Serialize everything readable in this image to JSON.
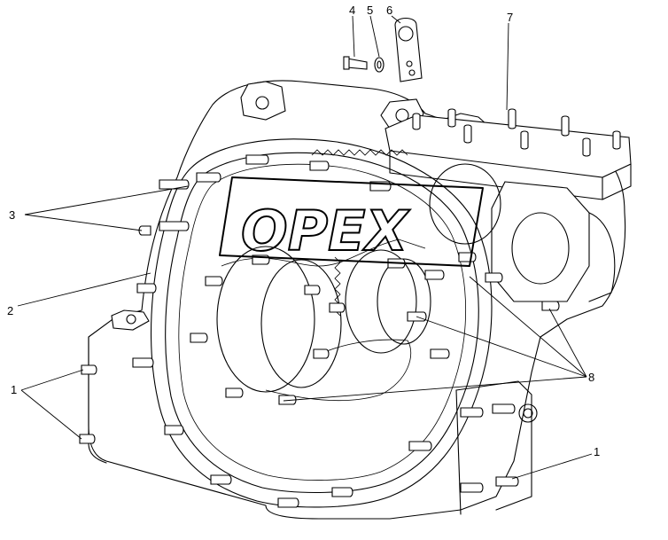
{
  "callouts": {
    "c1_left": "1",
    "c1_right": "1",
    "c2": "2",
    "c3": "3",
    "c4": "4",
    "c5": "5",
    "c6": "6",
    "c7": "7",
    "c8": "8"
  },
  "watermark": {
    "text": "OPEX"
  }
}
